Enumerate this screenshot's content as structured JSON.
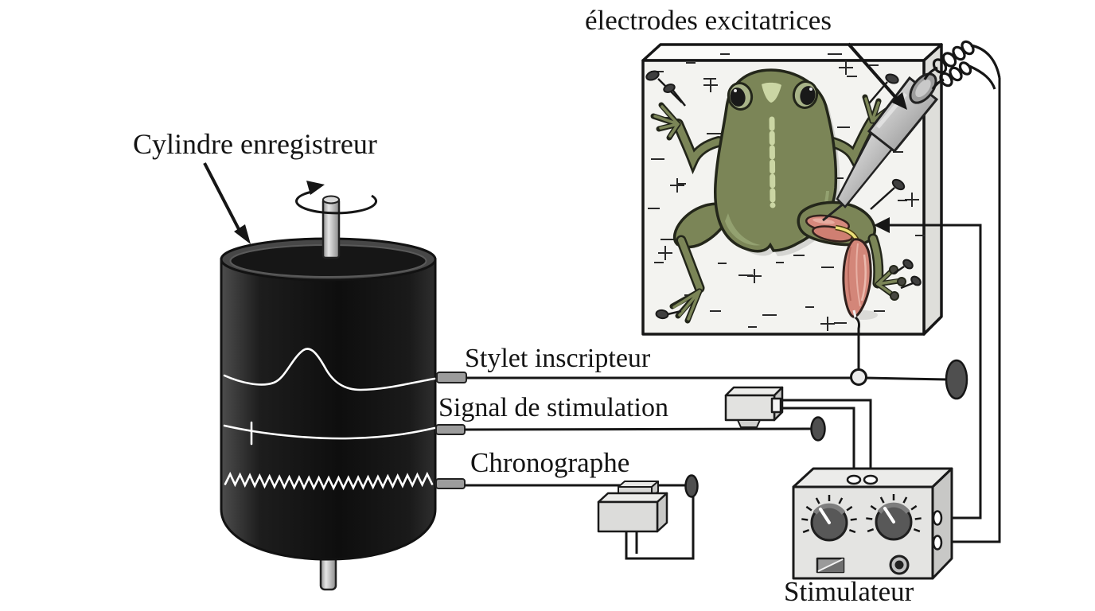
{
  "labels": {
    "cylinder": "Cylindre enregistreur",
    "electrodes": "électrodes excitatrices",
    "stylus": "Stylet inscripteur",
    "stimulation_signal": "Signal de stimulation",
    "chronograph": "Chronographe",
    "stimulator": "Stimulateur"
  },
  "colors": {
    "frog_green": "#7b8557",
    "frog_green_light": "#9aa877",
    "frog_stripe": "#cbd6a4",
    "muscle_pink": "#d6897d",
    "nerve_yellow": "#ecdf79",
    "board_face": "#f3f3f0",
    "drum_dark": "#141414",
    "metal_gray": "#c9c9c9",
    "wire_black": "#1a1a1a",
    "post_gray": "#4f4f4f"
  }
}
